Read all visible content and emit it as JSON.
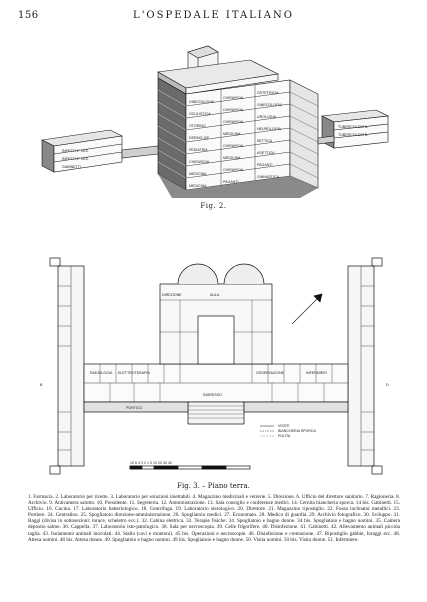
{
  "header": {
    "page_number": "156",
    "running_title": "L'OSPEDALE ITALIANO"
  },
  "figure2": {
    "caption": "Fig. 2.",
    "left_pavilion_labels": [
      "INFETTI 1° SEZ.",
      "INFETTI 2° SEZ.",
      "GABINETTI"
    ],
    "central_block_labels": [
      [
        "GINECOLOGIA",
        "CHIRURGIA",
        "OSTETRICIA"
      ],
      [
        "OCULISTICA",
        "CHIRURGIA",
        "GINECOLOGIA"
      ],
      [
        "OTORINO",
        "CHIRURGIA",
        "UROLOGIA"
      ],
      [
        "DERMO-SIF.",
        "MEDICINA",
        "NEUROLOGIA"
      ],
      [
        "PEDIATRIA",
        "CHIRURGIA",
        "SETTICA"
      ],
      [
        "CHIRURGIA",
        "MEDICINA",
        "ASETTICA"
      ],
      [
        "MEDICINA",
        "CHIRURGIA",
        "PAGANTI"
      ],
      [
        "MEDICINA",
        "PAGANTI",
        "GINNASTICA"
      ]
    ],
    "right_pavilion_labels": [
      "TUBERCOLOSI U.",
      "TUBERCOLOSI D."
    ]
  },
  "figure3": {
    "caption": "Fig. 3. – Piano terra.",
    "room_labels": {
      "radiologia": "RADIOLOGIA",
      "elettroterapia": "ELETTROTERAPIA",
      "ingresso": "INGRESSO",
      "portico": "PORTICO",
      "aula": "AULA",
      "osservazione": "OSSERVAZIONE",
      "infermieri": "INFERMIERI",
      "direzione": "DIREZIONE"
    },
    "key_items": [
      "VISITE",
      "BIANCHERIA SPORCA",
      "PULITA"
    ],
    "scale_label": "10 6 4 3 2 1 0    10    20    30    40",
    "entry_marks": [
      "B",
      "D"
    ]
  },
  "legend_text": "1. Farmacia. 2. Laboratorio per ricette. 3. Laboratorio per soluzioni iniettabili. 4. Magazzino medicinali e vetrerie. 5. Direzione. 6. Ufficio del direttore sanitario. 7. Ragioneria. 8. Archivio. 9. Anticamera salotto. 10. Presidente. 11. Segreteria. 12. Amministrazione. 13. Sala consiglio e conferenze medici. 14. Cernita biancheria sporca. 14 bis. Gabinetti. 15. Ufficio. 16. Cucina. 17. Laboratorio batteriologico. 18. Centrifuga. 19. Laboratorio sierologico. 20. Direttore. 21. Magazzino ripostiglio. 22. Fossa inclinatoi metallici. 23. Portiere. 24. Centralino. 25. Spogliatoio direzione-amministrazione. 26. Spogliatoio medici. 27. Economato. 28. Medico di guardia. 29. Archivio fotografico. 30. Sviluppo. 31. Raggi (divisa in sottosezioni: torace, scheletro ecc.). 32. Cabina elettrica. 33. Terapie fisiche. 34. Spogliatoio e bagno donne. 34 bis. Spogliatoio e bagno uomini. 35. Camera deposito salme. 36. Cappella. 37. Laboratorio isto-patologico. 38. Sala per necroscopia. 39. Celle frigorifere. 40. Disinfezione. 41. Gabinetti. 42. Allevamento animali piccola taglia. 43. Isolamento animali inoculati. 44. Stalla (cavi e montoni). 45 bis. Operazioni e necroscopie. 46. Disinfezione e cremazione. 47. Ripostiglio gabbie, foraggi ecc. 48. Attesa uomini. 48 bis. Attesa donne. 49. Spogliatoio e bagno uomini. 49 bis. Spogliatoio e bagno donne. 50. Visita uomini. 50 bis. Visita donne. 51. Infermiere."
}
